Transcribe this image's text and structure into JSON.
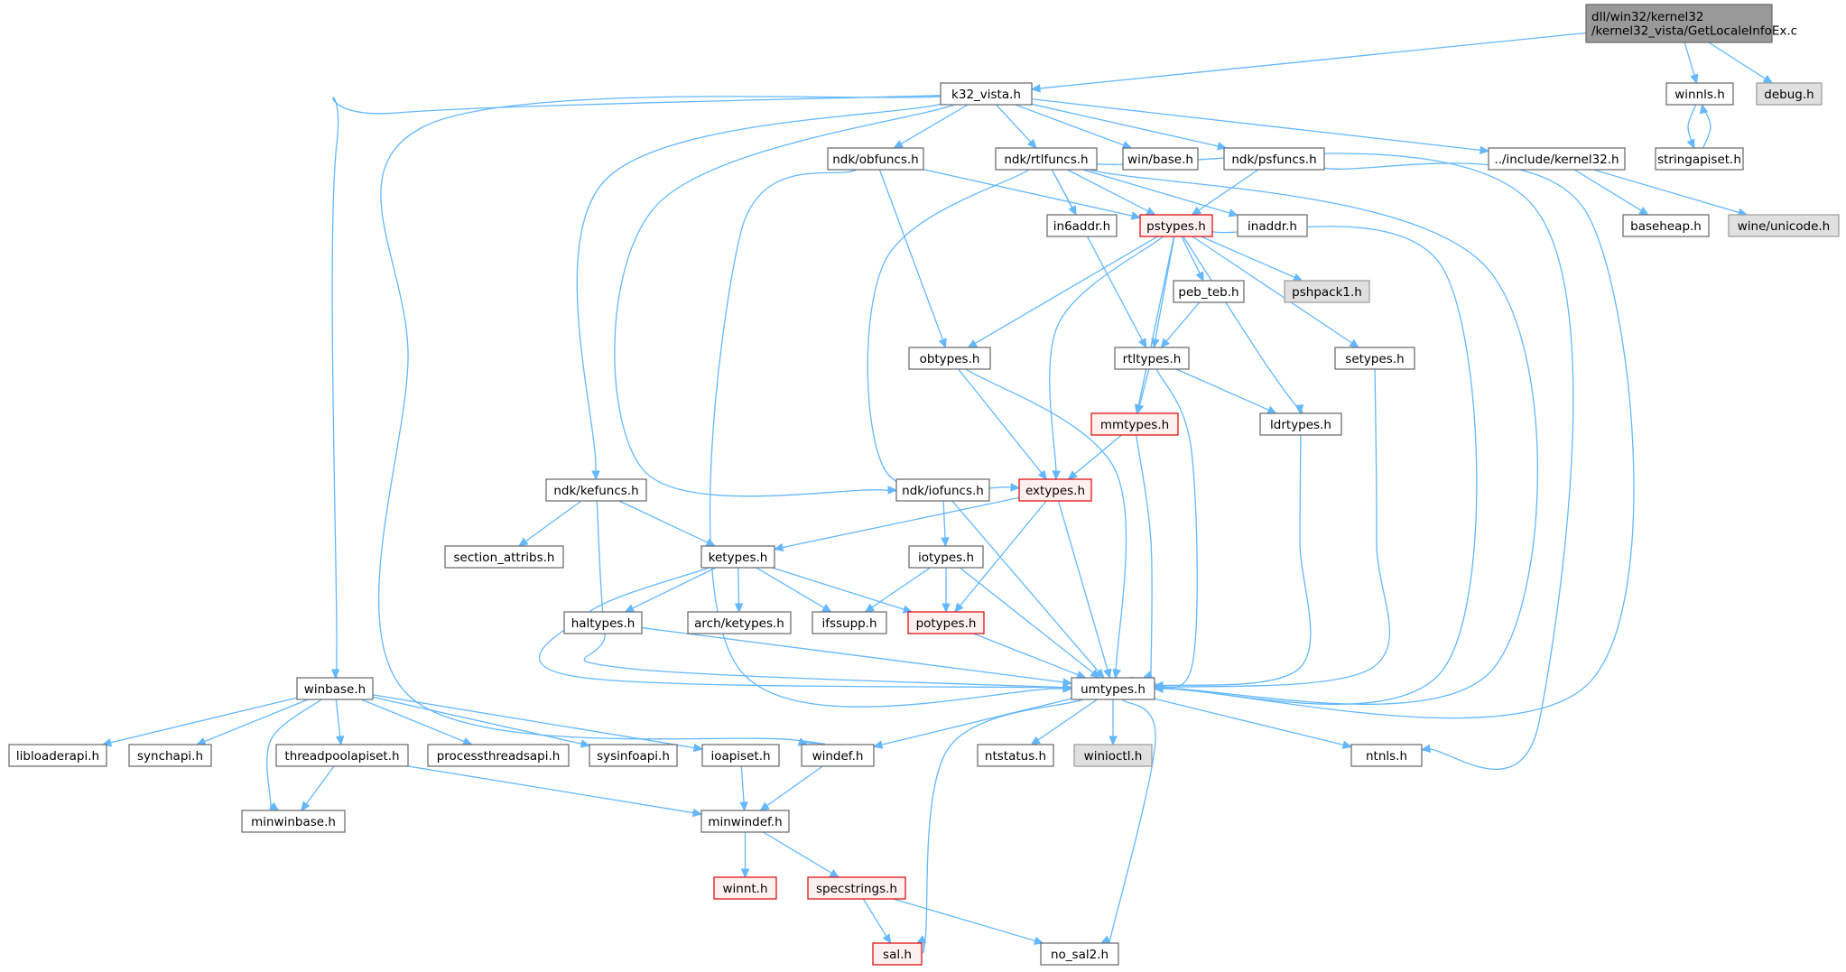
{
  "diagram": {
    "type": "include-dependency-graph",
    "colors": {
      "edge": "#63b8ff",
      "node_border": "#666666",
      "root_fill": "#999999",
      "external_fill": "#e0e0e0",
      "truncated_border": "#e00000",
      "truncated_fill": "#fff0f0"
    },
    "nodes": [
      {
        "id": "root",
        "lines": [
          "dll/win32/kernel32",
          "/kernel32_vista/GetLocaleInfoEx.c"
        ],
        "kind": "root"
      },
      {
        "id": "k32_vista",
        "lines": [
          "k32_vista.h"
        ],
        "kind": "normal"
      },
      {
        "id": "winnls",
        "lines": [
          "winnls.h"
        ],
        "kind": "normal"
      },
      {
        "id": "debug",
        "lines": [
          "debug.h"
        ],
        "kind": "external"
      },
      {
        "id": "stringapiset",
        "lines": [
          "stringapiset.h"
        ],
        "kind": "normal"
      },
      {
        "id": "ndk_obfuncs",
        "lines": [
          "ndk/obfuncs.h"
        ],
        "kind": "normal"
      },
      {
        "id": "ndk_rtlfuncs",
        "lines": [
          "ndk/rtlfuncs.h"
        ],
        "kind": "normal"
      },
      {
        "id": "win_base",
        "lines": [
          "win/base.h"
        ],
        "kind": "normal"
      },
      {
        "id": "ndk_psfuncs",
        "lines": [
          "ndk/psfuncs.h"
        ],
        "kind": "normal"
      },
      {
        "id": "inc_kernel32",
        "lines": [
          "../include/kernel32.h"
        ],
        "kind": "normal"
      },
      {
        "id": "baseheap",
        "lines": [
          "baseheap.h"
        ],
        "kind": "normal"
      },
      {
        "id": "wine_unicode",
        "lines": [
          "wine/unicode.h"
        ],
        "kind": "external"
      },
      {
        "id": "in6addr",
        "lines": [
          "in6addr.h"
        ],
        "kind": "normal"
      },
      {
        "id": "pstypes",
        "lines": [
          "pstypes.h"
        ],
        "kind": "truncated"
      },
      {
        "id": "inaddr",
        "lines": [
          "inaddr.h"
        ],
        "kind": "normal"
      },
      {
        "id": "peb_teb",
        "lines": [
          "peb_teb.h"
        ],
        "kind": "normal"
      },
      {
        "id": "pshpack1",
        "lines": [
          "pshpack1.h"
        ],
        "kind": "external"
      },
      {
        "id": "obtypes",
        "lines": [
          "obtypes.h"
        ],
        "kind": "normal"
      },
      {
        "id": "rtltypes",
        "lines": [
          "rtltypes.h"
        ],
        "kind": "normal"
      },
      {
        "id": "setypes",
        "lines": [
          "setypes.h"
        ],
        "kind": "normal"
      },
      {
        "id": "mmtypes",
        "lines": [
          "mmtypes.h"
        ],
        "kind": "truncated"
      },
      {
        "id": "ldrtypes",
        "lines": [
          "ldrtypes.h"
        ],
        "kind": "normal"
      },
      {
        "id": "ndk_kefuncs",
        "lines": [
          "ndk/kefuncs.h"
        ],
        "kind": "normal"
      },
      {
        "id": "ndk_iofuncs",
        "lines": [
          "ndk/iofuncs.h"
        ],
        "kind": "normal"
      },
      {
        "id": "extypes",
        "lines": [
          "extypes.h"
        ],
        "kind": "truncated"
      },
      {
        "id": "section_attribs",
        "lines": [
          "section_attribs.h"
        ],
        "kind": "normal"
      },
      {
        "id": "ketypes",
        "lines": [
          "ketypes.h"
        ],
        "kind": "normal"
      },
      {
        "id": "iotypes",
        "lines": [
          "iotypes.h"
        ],
        "kind": "normal"
      },
      {
        "id": "haltypes",
        "lines": [
          "haltypes.h"
        ],
        "kind": "normal"
      },
      {
        "id": "arch_ketypes",
        "lines": [
          "arch/ketypes.h"
        ],
        "kind": "normal"
      },
      {
        "id": "ifssupp",
        "lines": [
          "ifssupp.h"
        ],
        "kind": "normal"
      },
      {
        "id": "potypes",
        "lines": [
          "potypes.h"
        ],
        "kind": "truncated"
      },
      {
        "id": "winbase",
        "lines": [
          "winbase.h"
        ],
        "kind": "normal"
      },
      {
        "id": "umtypes",
        "lines": [
          "umtypes.h"
        ],
        "kind": "normal"
      },
      {
        "id": "libloaderapi",
        "lines": [
          "libloaderapi.h"
        ],
        "kind": "normal"
      },
      {
        "id": "synchapi",
        "lines": [
          "synchapi.h"
        ],
        "kind": "normal"
      },
      {
        "id": "threadpoolapiset",
        "lines": [
          "threadpoolapiset.h"
        ],
        "kind": "normal"
      },
      {
        "id": "processthreadsapi",
        "lines": [
          "processthreadsapi.h"
        ],
        "kind": "normal"
      },
      {
        "id": "sysinfoapi",
        "lines": [
          "sysinfoapi.h"
        ],
        "kind": "normal"
      },
      {
        "id": "ioapiset",
        "lines": [
          "ioapiset.h"
        ],
        "kind": "normal"
      },
      {
        "id": "windef",
        "lines": [
          "windef.h"
        ],
        "kind": "normal"
      },
      {
        "id": "ntstatus",
        "lines": [
          "ntstatus.h"
        ],
        "kind": "normal"
      },
      {
        "id": "winioctl",
        "lines": [
          "winioctl.h"
        ],
        "kind": "external"
      },
      {
        "id": "ntnls",
        "lines": [
          "ntnls.h"
        ],
        "kind": "normal"
      },
      {
        "id": "minwinbase",
        "lines": [
          "minwinbase.h"
        ],
        "kind": "normal"
      },
      {
        "id": "minwindef",
        "lines": [
          "minwindef.h"
        ],
        "kind": "normal"
      },
      {
        "id": "winnt",
        "lines": [
          "winnt.h"
        ],
        "kind": "truncated"
      },
      {
        "id": "specstrings",
        "lines": [
          "specstrings.h"
        ],
        "kind": "truncated"
      },
      {
        "id": "sal",
        "lines": [
          "sal.h"
        ],
        "kind": "truncated"
      },
      {
        "id": "no_sal2",
        "lines": [
          "no_sal2.h"
        ],
        "kind": "normal"
      }
    ],
    "edges": [
      [
        "root",
        "k32_vista"
      ],
      [
        "root",
        "winnls"
      ],
      [
        "root",
        "debug"
      ],
      [
        "winnls",
        "stringapiset"
      ],
      [
        "stringapiset",
        "winnls"
      ],
      [
        "k32_vista",
        "ndk_obfuncs"
      ],
      [
        "k32_vista",
        "ndk_rtlfuncs"
      ],
      [
        "k32_vista",
        "win_base"
      ],
      [
        "k32_vista",
        "ndk_psfuncs"
      ],
      [
        "k32_vista",
        "inc_kernel32"
      ],
      [
        "k32_vista",
        "ndk_kefuncs"
      ],
      [
        "k32_vista",
        "ndk_iofuncs"
      ],
      [
        "k32_vista",
        "winbase"
      ],
      [
        "k32_vista",
        "windef"
      ],
      [
        "inc_kernel32",
        "baseheap"
      ],
      [
        "inc_kernel32",
        "wine_unicode"
      ],
      [
        "ndk_obfuncs",
        "pstypes"
      ],
      [
        "ndk_obfuncs",
        "obtypes"
      ],
      [
        "ndk_obfuncs",
        "umtypes"
      ],
      [
        "ndk_rtlfuncs",
        "in6addr"
      ],
      [
        "ndk_rtlfuncs",
        "pstypes"
      ],
      [
        "ndk_rtlfuncs",
        "inaddr"
      ],
      [
        "ndk_rtlfuncs",
        "rtltypes"
      ],
      [
        "ndk_rtlfuncs",
        "extypes"
      ],
      [
        "ndk_rtlfuncs",
        "umtypes"
      ],
      [
        "ndk_rtlfuncs",
        "ntnls"
      ],
      [
        "ndk_psfuncs",
        "pstypes"
      ],
      [
        "ndk_psfuncs",
        "umtypes"
      ],
      [
        "pstypes",
        "peb_teb"
      ],
      [
        "pstypes",
        "pshpack1"
      ],
      [
        "pstypes",
        "obtypes"
      ],
      [
        "pstypes",
        "rtltypes"
      ],
      [
        "pstypes",
        "setypes"
      ],
      [
        "pstypes",
        "mmtypes"
      ],
      [
        "pstypes",
        "ldrtypes"
      ],
      [
        "pstypes",
        "extypes"
      ],
      [
        "pstypes",
        "umtypes"
      ],
      [
        "peb_teb",
        "rtltypes"
      ],
      [
        "rtltypes",
        "mmtypes"
      ],
      [
        "rtltypes",
        "ldrtypes"
      ],
      [
        "rtltypes",
        "umtypes"
      ],
      [
        "obtypes",
        "extypes"
      ],
      [
        "obtypes",
        "umtypes"
      ],
      [
        "mmtypes",
        "extypes"
      ],
      [
        "mmtypes",
        "umtypes"
      ],
      [
        "setypes",
        "umtypes"
      ],
      [
        "ldrtypes",
        "umtypes"
      ],
      [
        "ndk_kefuncs",
        "section_attribs"
      ],
      [
        "ndk_kefuncs",
        "ketypes"
      ],
      [
        "ndk_kefuncs",
        "umtypes"
      ],
      [
        "ndk_iofuncs",
        "iotypes"
      ],
      [
        "ndk_iofuncs",
        "umtypes"
      ],
      [
        "extypes",
        "ketypes"
      ],
      [
        "extypes",
        "potypes"
      ],
      [
        "extypes",
        "umtypes"
      ],
      [
        "ketypes",
        "haltypes"
      ],
      [
        "ketypes",
        "arch_ketypes"
      ],
      [
        "ketypes",
        "ifssupp"
      ],
      [
        "ketypes",
        "potypes"
      ],
      [
        "ketypes",
        "umtypes"
      ],
      [
        "iotypes",
        "ifssupp"
      ],
      [
        "iotypes",
        "potypes"
      ],
      [
        "iotypes",
        "umtypes"
      ],
      [
        "haltypes",
        "umtypes"
      ],
      [
        "potypes",
        "umtypes"
      ],
      [
        "umtypes",
        "windef"
      ],
      [
        "umtypes",
        "ntstatus"
      ],
      [
        "umtypes",
        "winioctl"
      ],
      [
        "umtypes",
        "ntnls"
      ],
      [
        "umtypes",
        "sal"
      ],
      [
        "umtypes",
        "no_sal2"
      ],
      [
        "winbase",
        "libloaderapi"
      ],
      [
        "winbase",
        "synchapi"
      ],
      [
        "winbase",
        "threadpoolapiset"
      ],
      [
        "winbase",
        "processthreadsapi"
      ],
      [
        "winbase",
        "sysinfoapi"
      ],
      [
        "winbase",
        "ioapiset"
      ],
      [
        "winbase",
        "minwinbase"
      ],
      [
        "threadpoolapiset",
        "minwinbase"
      ],
      [
        "threadpoolapiset",
        "minwindef"
      ],
      [
        "ioapiset",
        "minwindef"
      ],
      [
        "windef",
        "minwindef"
      ],
      [
        "minwindef",
        "winnt"
      ],
      [
        "minwindef",
        "specstrings"
      ],
      [
        "specstrings",
        "sal"
      ],
      [
        "specstrings",
        "no_sal2"
      ]
    ]
  }
}
